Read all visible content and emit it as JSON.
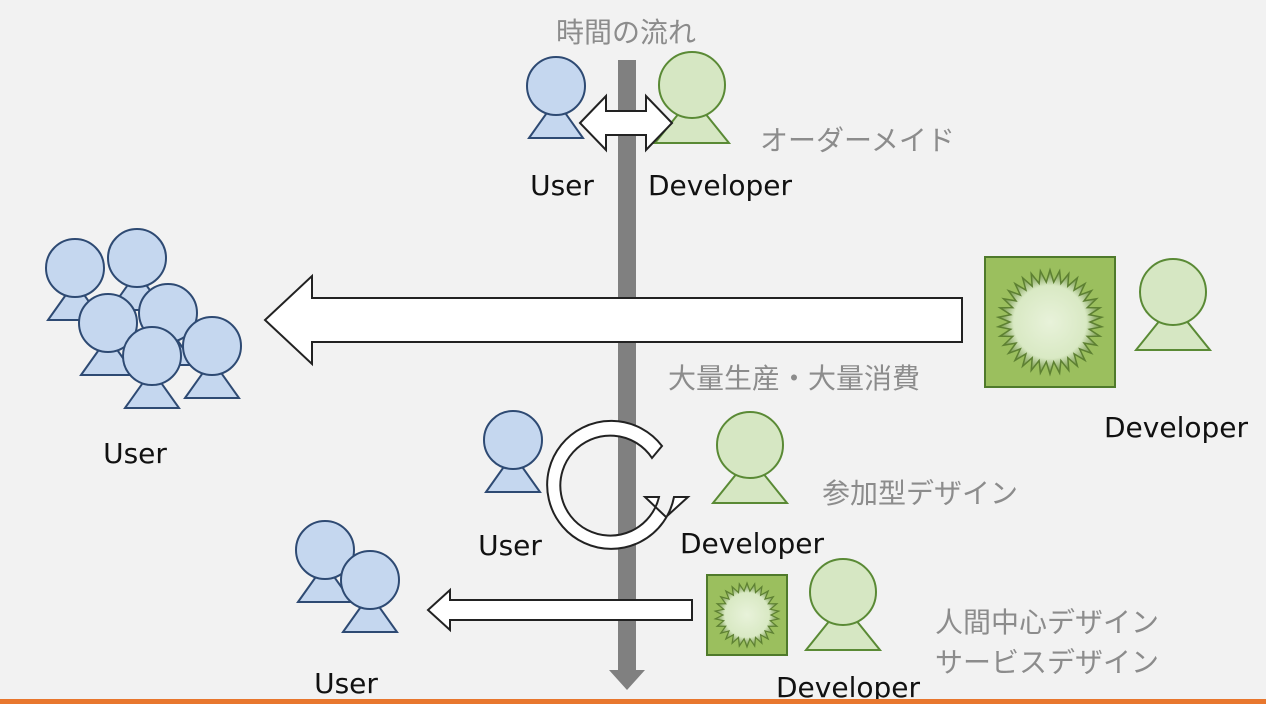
{
  "timeline": {
    "label": "時間の流れ"
  },
  "stage1": {
    "caption": "オーダーメイド",
    "user_label": "User",
    "developer_label": "Developer"
  },
  "stage2": {
    "caption": "大量生産・大量消費",
    "user_label": "User",
    "developer_label": "Developer"
  },
  "stage3": {
    "caption": "参加型デザイン",
    "user_label": "User",
    "developer_label": "Developer"
  },
  "stage4": {
    "caption_line1": "人間中心デザイン",
    "caption_line2": "サービスデザイン",
    "user_label": "User",
    "developer_label": "Developer"
  },
  "colors": {
    "user_fill": "#c5d7ef",
    "user_stroke": "#2e4a73",
    "developer_fill": "#d6e7c3",
    "developer_stroke": "#5a8a35",
    "product_fill": "#9bbf5e",
    "timeline": "#808080",
    "caption": "#8c8c8c",
    "bottom_bar": "#e8772e"
  },
  "icons": {
    "user": "person-icon",
    "developer": "person-icon",
    "product": "starburst-product-icon",
    "cycle": "cycle-arrow-icon"
  }
}
